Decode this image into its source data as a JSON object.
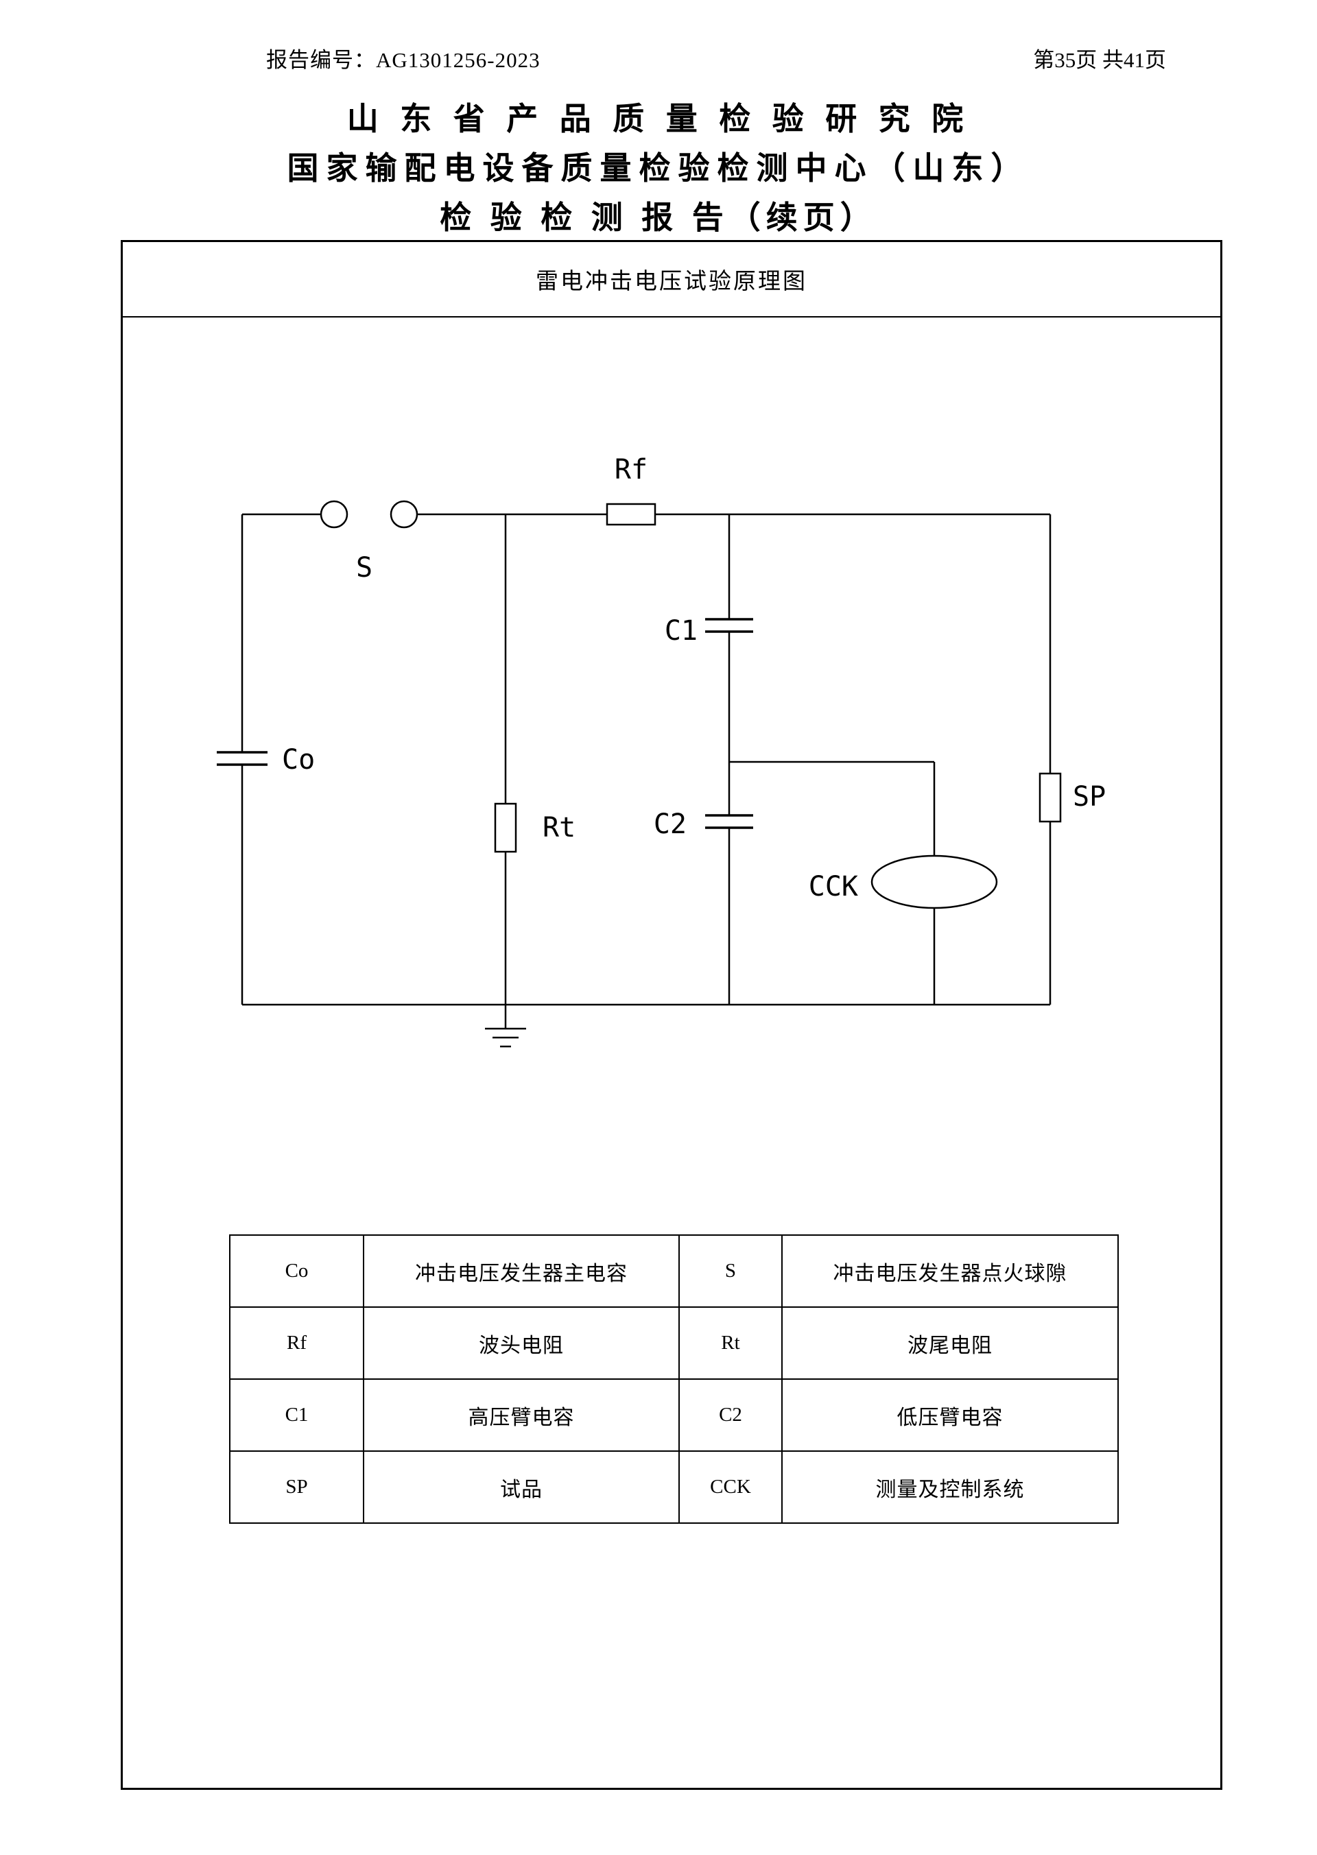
{
  "header": {
    "report_label": "报告编号：",
    "report_no": "AG1301256-2023",
    "page_info": "第35页 共41页"
  },
  "titles": {
    "line1": "山 东 省 产 品 质 量 检 验 研 究 院",
    "line2": "国家输配电设备质量检验检测中心（山东）",
    "line3": "检 验 检 测 报 告（续页）"
  },
  "diagram": {
    "title": "雷电冲击电压试验原理图",
    "labels": {
      "s": "S",
      "rf": "Rf",
      "co": "Co",
      "rt": "Rt",
      "c1": "C1",
      "c2": "C2",
      "cck": "CCK",
      "sp": "SP"
    }
  },
  "legend_table": {
    "rows": [
      [
        "Co",
        "冲击电压发生器主电容",
        "S",
        "冲击电压发生器点火球隙"
      ],
      [
        "Rf",
        "波头电阻",
        "Rt",
        "波尾电阻"
      ],
      [
        "C1",
        "高压臂电容",
        "C2",
        "低压臂电容"
      ],
      [
        "SP",
        "试品",
        "CCK",
        "测量及控制系统"
      ]
    ]
  }
}
